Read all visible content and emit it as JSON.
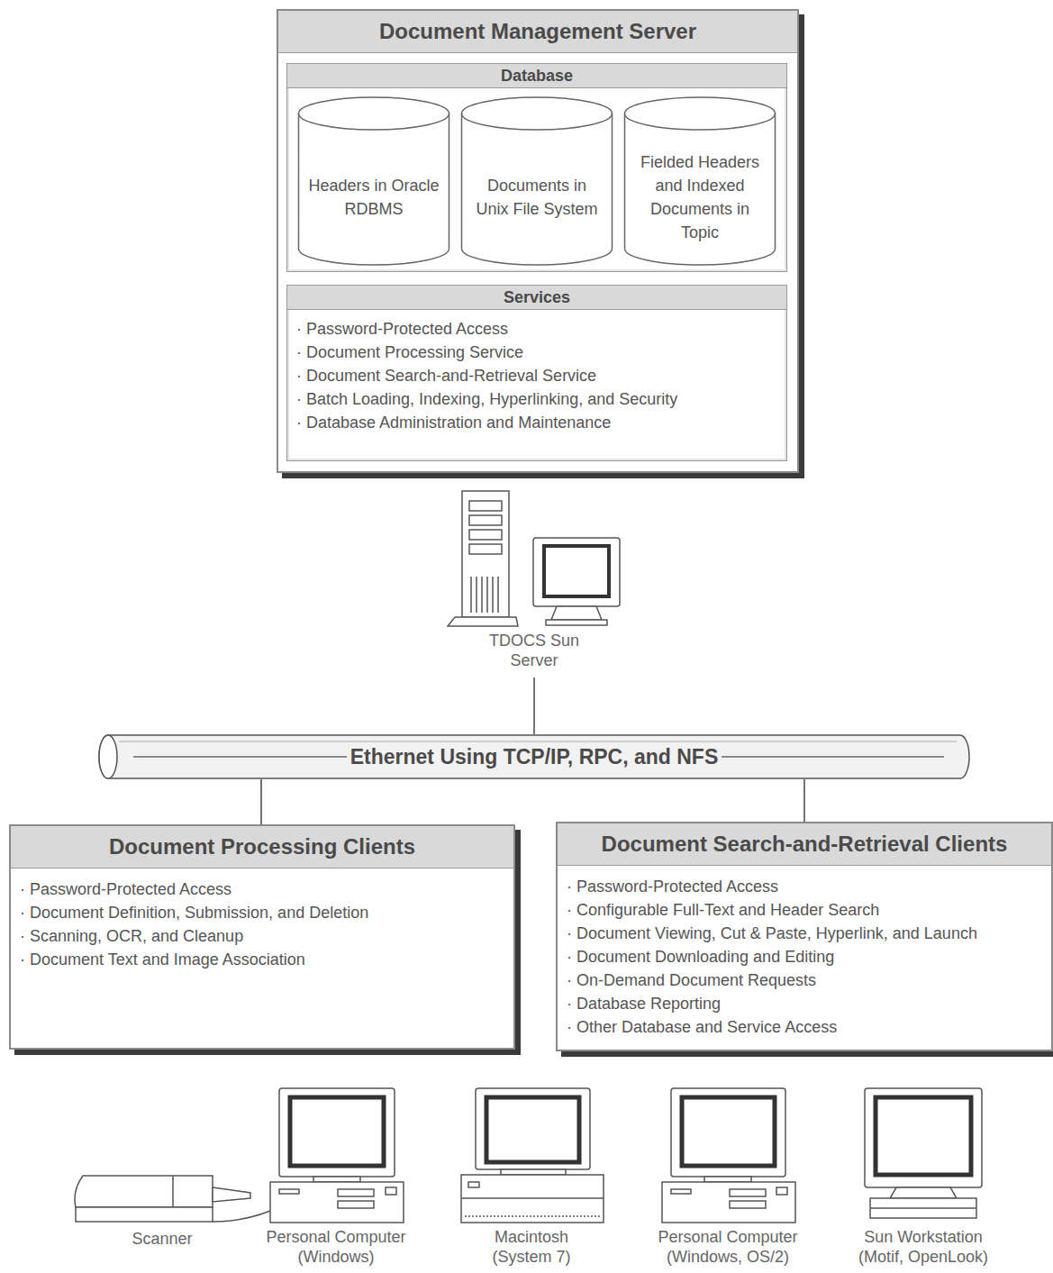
{
  "diagram": {
    "nodes": [
      {
        "text": [
          "Document Management Server"
        ]
      },
      {
        "text": [
          "Database"
        ],
        "in": 0
      },
      {
        "text": [
          "Headers in Oracle RDBMS"
        ],
        "in": 1
      },
      {
        "text": [
          "Documents in Unix File System"
        ],
        "in": 1
      },
      {
        "text": [
          "Fielded Headers and Indexed Documents in Topic"
        ],
        "in": 1
      },
      {
        "text": [
          "Services",
          "· Password-Protected Access",
          "· Document Processing Service",
          "· Document Search-and-Retrieval Service",
          "· Batch Loading, Indexing, Hyperlinking, and Security",
          "· Database Administration and Maintenance"
        ],
        "in": 0
      },
      {
        "text": [
          "Ethernet Using TCP/IP, RPC, and NFS"
        ]
      },
      {
        "text": [
          "Document Processing Clients",
          "· Password-Protected Access",
          "· Document Definition, Submission, and Deletion",
          "· Scanning, OCR, and Cleanup",
          "· Document Text and Image Association"
        ]
      },
      {
        "text": [
          "Document Search-and-Retrieval Clients",
          "· Password-Protected Access",
          "· Configurable Full-Text and Header Search",
          "· Document Viewing, Cut & Paste, Hyperlink, and Launch",
          "· Document Downloading and Editing",
          "· On-Demand Document Requests",
          "· Database Reporting",
          "· Other Database and Service Access"
        ]
      }
    ],
    "edges": [
      {
        "from": 6,
        "to": 7,
        "arrow": "none"
      },
      {
        "from": 6,
        "to": 8,
        "arrow": "none"
      }
    ],
    "labels": [
      "TDOCS Sun Server",
      "Scanner",
      "Personal Computer (Windows)",
      "Macintosh (System 7)",
      "Personal Computer (Windows, OS/2)",
      "Sun Workstation (Motif, OpenLook)"
    ]
  }
}
